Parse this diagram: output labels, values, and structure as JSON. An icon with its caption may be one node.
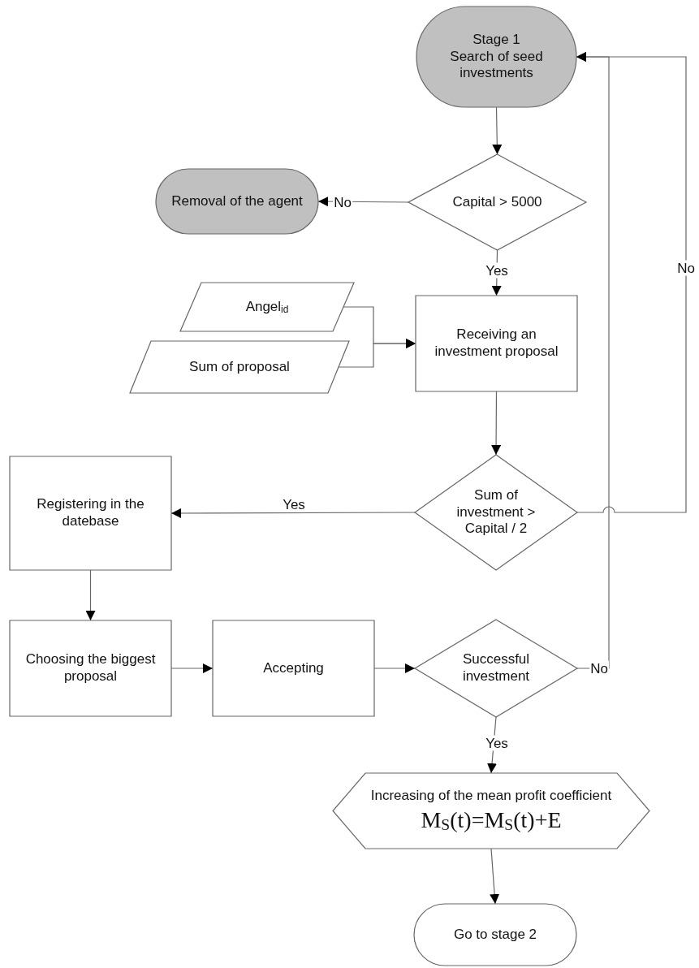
{
  "diagram": {
    "nodes": [
      {
        "text": [
          "Stage 1",
          "Search of seed investments"
        ]
      },
      {
        "text": [
          "Capital > 5000"
        ]
      },
      {
        "text": [
          "Removal of the agent"
        ]
      },
      {
        "text": [
          "Angel$_{id}$"
        ]
      },
      {
        "text": [
          "Sum of proposal"
        ]
      },
      {
        "text": [
          "Receiving an investment proposal"
        ]
      },
      {
        "text": [
          "Sum of investment > Capital / 2"
        ]
      },
      {
        "text": [
          "Registering in the datebase"
        ]
      },
      {
        "text": [
          "Choosing the biggest proposal"
        ]
      },
      {
        "text": [
          "Accepting"
        ]
      },
      {
        "text": [
          "Successful investment"
        ]
      },
      {
        "text": [
          "Increasing of the mean profit coefficient",
          "M$_{S}$(t)=M$_{S}$(t)+E"
        ]
      },
      {
        "text": [
          "Go to stage 2"
        ]
      }
    ],
    "edges": [
      {
        "from": 0,
        "to": 1,
        "arrow": "to"
      },
      {
        "from": 1,
        "to": 2,
        "arrow": "to",
        "label": "No"
      },
      {
        "from": 1,
        "to": 5,
        "arrow": "to",
        "label": "Yes"
      },
      {
        "from": 3,
        "to": 5,
        "arrow": "to"
      },
      {
        "from": 4,
        "to": 5,
        "arrow": "to"
      },
      {
        "from": 5,
        "to": 6,
        "arrow": "to"
      },
      {
        "from": 6,
        "to": 7,
        "arrow": "to",
        "label": "Yes"
      },
      {
        "from": 6,
        "to": 0,
        "arrow": "to",
        "label": "No"
      },
      {
        "from": 7,
        "to": 8,
        "arrow": "to"
      },
      {
        "from": 8,
        "to": 9,
        "arrow": "to"
      },
      {
        "from": 9,
        "to": 10,
        "arrow": "to"
      },
      {
        "from": 10,
        "to": 0,
        "arrow": "to",
        "label": "No"
      },
      {
        "from": 10,
        "to": 11,
        "arrow": "to",
        "label": "Yes"
      },
      {
        "from": 11,
        "to": 12,
        "arrow": "to"
      }
    ]
  }
}
